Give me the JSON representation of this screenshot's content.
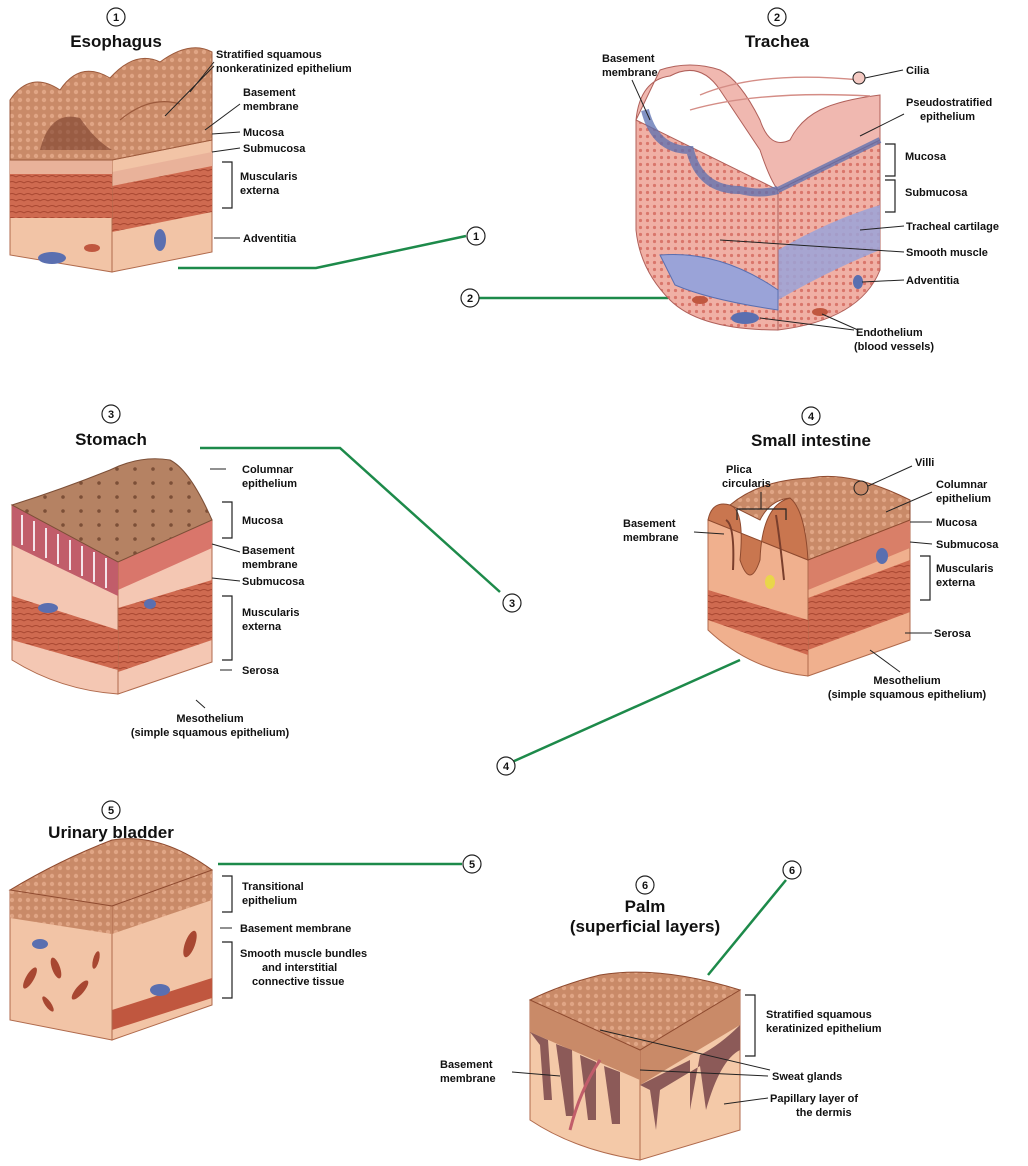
{
  "sections": [
    {
      "num": "1",
      "title": "Esophagus",
      "labels": [
        "Stratified squamous",
        "nonkeratinized epithelium",
        "Basement",
        "membrane",
        "Mucosa",
        "Submucosa",
        "Muscularis",
        "externa",
        "Adventitia"
      ]
    },
    {
      "num": "2",
      "title": "Trachea",
      "labels": [
        "Basement",
        "membrane",
        "Cilia",
        "Pseudostratified",
        "epithelium",
        "Mucosa",
        "Submucosa",
        "Tracheal cartilage",
        "Smooth muscle",
        "Adventitia",
        "Endothelium",
        "(blood vessels)"
      ]
    },
    {
      "num": "3",
      "title": "Stomach",
      "labels": [
        "Columnar",
        "epithelium",
        "Mucosa",
        "Basement",
        "membrane",
        "Submucosa",
        "Muscularis",
        "externa",
        "Serosa",
        "Mesothelium",
        "(simple squamous epithelium)"
      ]
    },
    {
      "num": "4",
      "title": "Small intestine",
      "labels": [
        "Villi",
        "Plica",
        "circularis",
        "Columnar",
        "epithelium",
        "Basement",
        "membrane",
        "Mucosa",
        "Submucosa",
        "Muscularis",
        "externa",
        "Serosa",
        "Mesothelium",
        "(simple squamous epithelium)"
      ]
    },
    {
      "num": "5",
      "title": "Urinary bladder",
      "labels": [
        "Transitional",
        "epithelium",
        "Basement membrane",
        "Smooth muscle bundles",
        "and interstitial",
        "connective tissue"
      ]
    },
    {
      "num": "6",
      "title": "Palm",
      "subtitle": "(superficial layers)",
      "labels": [
        "Stratified squamous",
        "keratinized epithelium",
        "Basement",
        "membrane",
        "Sweat glands",
        "Papillary layer of",
        "the dermis"
      ]
    }
  ],
  "colors": {
    "epithelium": "#c98a68",
    "tissue_light": "#f3c7b0",
    "tissue_pink": "#eea3a0",
    "muscle": "#c0573f",
    "vessel_blue": "#5a6fb0",
    "cartilage": "#9aa3d8",
    "connector_green": "#1d8a4a"
  }
}
